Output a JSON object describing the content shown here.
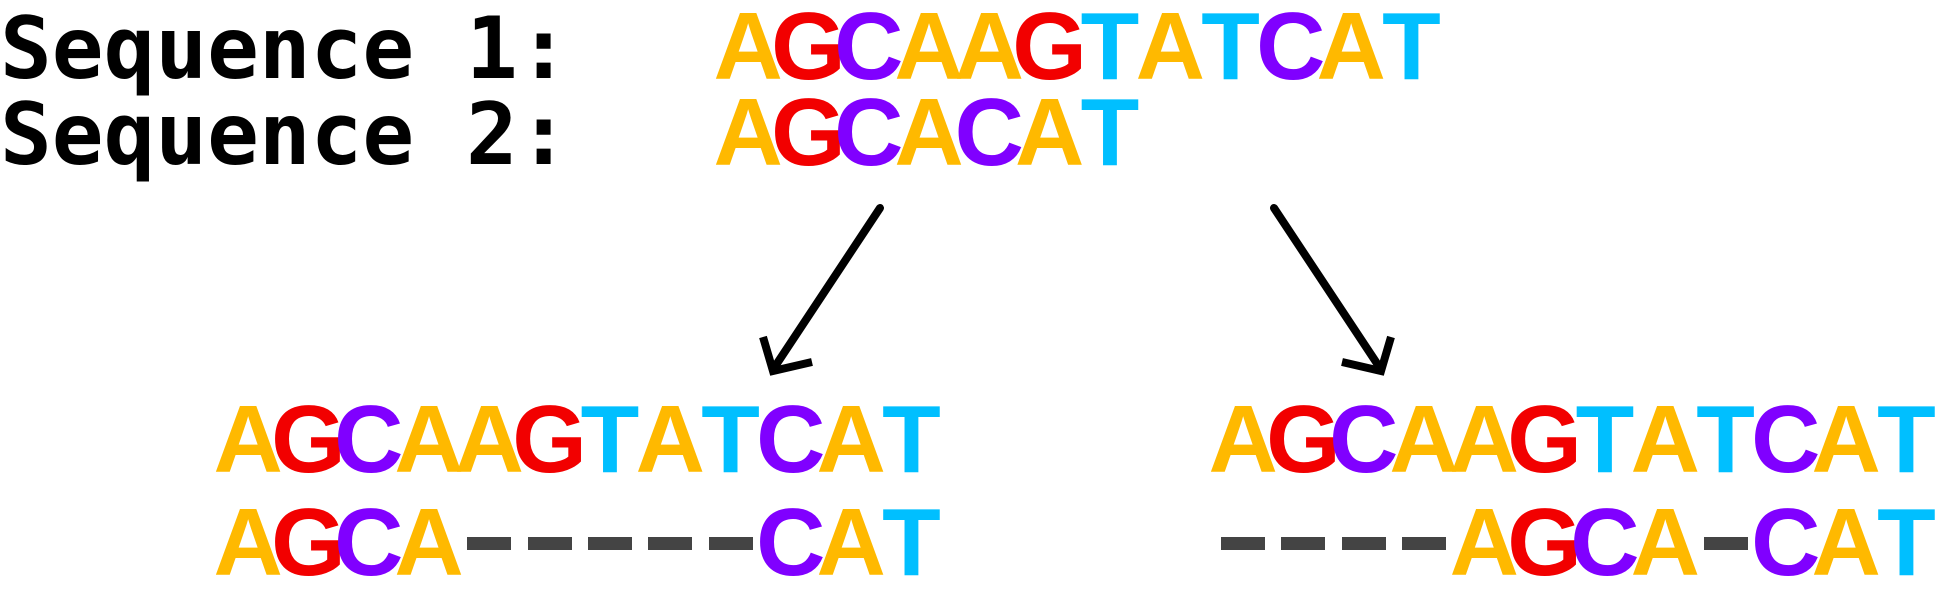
{
  "colors": {
    "A": "#FFB900",
    "G": "#F20000",
    "C": "#8000FF",
    "T": "#00BFFF",
    "-": "#444444"
  },
  "labels": {
    "seq1": "Sequence 1:",
    "seq2": "Sequence 2:"
  },
  "sequences": {
    "seq1": "AGCAAGTATCAT",
    "seq2": "AGCACAT"
  },
  "alignments": [
    {
      "top": "AGCAAGTATCAT",
      "bottom": "AGCA-----CAT"
    },
    {
      "top": "AGCAAGTATCAT",
      "bottom": "----AGCA-CAT"
    }
  ]
}
